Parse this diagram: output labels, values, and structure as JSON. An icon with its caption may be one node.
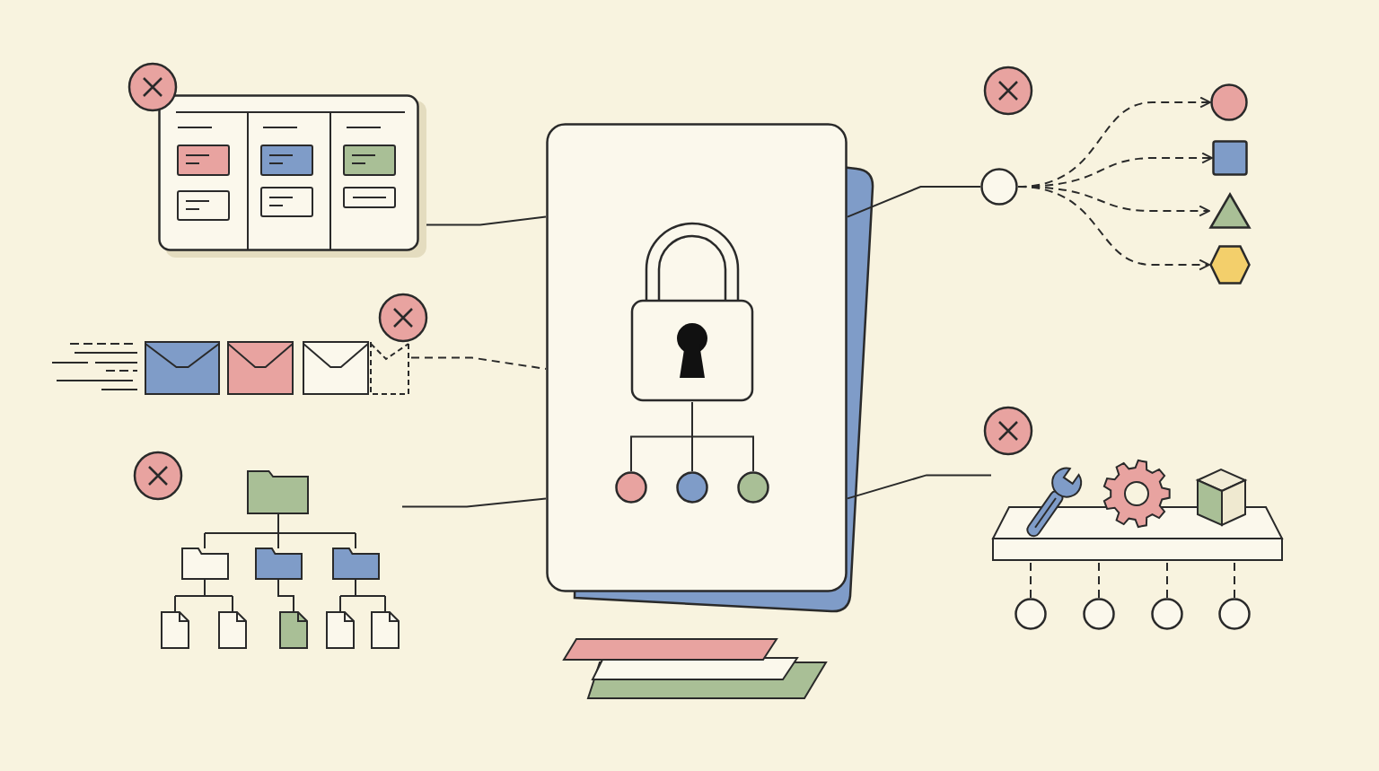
{
  "diagram": {
    "nodes": [
      {
        "text": [],
        "shape": "box"
      },
      {
        "text": [],
        "shape": "picture"
      },
      {
        "text": [],
        "shape": "picture"
      },
      {
        "text": [],
        "shape": "picture"
      },
      {
        "text": [],
        "shape": "circle"
      },
      {
        "text": [],
        "shape": "circle"
      },
      {
        "text": [],
        "shape": "box"
      },
      {
        "text": [],
        "shape": "triangle"
      },
      {
        "text": [],
        "shape": "hexagon"
      },
      {
        "text": [],
        "shape": "picture"
      },
      {
        "text": [],
        "shape": "circle"
      },
      {
        "text": [],
        "shape": "circle"
      },
      {
        "text": [],
        "shape": "circle"
      },
      {
        "text": [],
        "shape": "circle"
      },
      {
        "text": [],
        "shape": "picture",
        "in": 0
      },
      {
        "text": [],
        "shape": "circle",
        "in": 0
      },
      {
        "text": [],
        "shape": "circle",
        "in": 0
      },
      {
        "text": [],
        "shape": "circle",
        "in": 0
      }
    ],
    "edges": [
      {
        "from": 1,
        "to": 0,
        "arrow": "none"
      },
      {
        "from": 2,
        "to": 0,
        "arrow": "none",
        "style": "dashed"
      },
      {
        "from": 3,
        "to": 0,
        "arrow": "none"
      },
      {
        "from": 0,
        "to": 4,
        "arrow": "none"
      },
      {
        "from": 0,
        "to": 9,
        "arrow": "none"
      },
      {
        "from": 4,
        "to": 5,
        "arrow": "to",
        "style": "dashed"
      },
      {
        "from": 4,
        "to": 6,
        "arrow": "to",
        "style": "dashed"
      },
      {
        "from": 4,
        "to": 7,
        "arrow": "to",
        "style": "dashed"
      },
      {
        "from": 4,
        "to": 8,
        "arrow": "to",
        "style": "dashed"
      },
      {
        "from": 9,
        "to": 10,
        "arrow": "none",
        "style": "dashed"
      },
      {
        "from": 9,
        "to": 11,
        "arrow": "none",
        "style": "dashed"
      },
      {
        "from": 9,
        "to": 12,
        "arrow": "none",
        "style": "dashed"
      },
      {
        "from": 9,
        "to": 13,
        "arrow": "none",
        "style": "dashed"
      },
      {
        "from": 14,
        "to": 15,
        "arrow": "none"
      },
      {
        "from": 14,
        "to": 16,
        "arrow": "none"
      },
      {
        "from": 14,
        "to": 17,
        "arrow": "none"
      }
    ]
  }
}
